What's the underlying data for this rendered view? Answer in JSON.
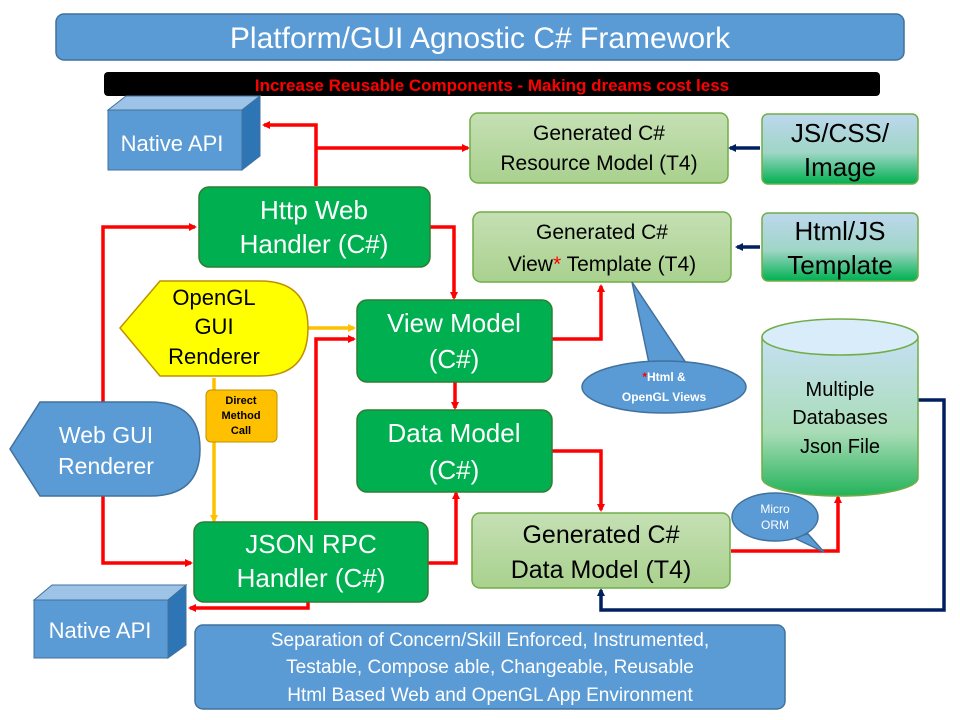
{
  "title": "Platform/GUI Agnostic C# Framework",
  "subtitle": "Increase Reusable Components - Making dreams cost less",
  "nodes": {
    "native_api_top": "Native API",
    "native_api_bottom": "Native API",
    "http_handler": [
      "Http Web",
      "Handler (C#)"
    ],
    "opengl_renderer": [
      "OpenGL",
      "GUI",
      "Renderer"
    ],
    "web_gui_renderer": [
      "Web GUI",
      "Renderer"
    ],
    "view_model": [
      "View Model",
      "(C#)"
    ],
    "data_model": [
      "Data Model",
      "(C#)"
    ],
    "json_rpc_handler": [
      "JSON RPC",
      "Handler (C#)"
    ],
    "gen_resource_model": [
      "Generated C#",
      "Resource Model (T4)"
    ],
    "gen_view_template": {
      "line1": "Generated C#",
      "line2_prefix": "View",
      "line2_star": "*",
      "line2_suffix": " Template (T4)"
    },
    "gen_data_model": [
      "Generated C#",
      "Data Model (T4)"
    ],
    "js_css_image": [
      "JS/CSS/",
      "Image"
    ],
    "html_js_template": [
      "Html/JS",
      "Template"
    ],
    "databases": [
      "Multiple",
      "Databases",
      "Json File"
    ]
  },
  "callouts": {
    "direct_method_call": [
      "Direct",
      "Method",
      "Call"
    ],
    "html_opengl_views": {
      "star": "*",
      "line1": "Html &",
      "line2": "OpenGL Views"
    },
    "micro_orm": [
      "Micro",
      "ORM"
    ]
  },
  "footer": [
    "Separation of Concern/Skill Enforced, Instrumented,",
    "Testable, Compose able, Changeable, Reusable",
    "Html Based Web and OpenGL App Environment"
  ],
  "colors": {
    "title_blue": "#5b9bd5",
    "title_border": "#41719c",
    "banner_black": "#000000",
    "banner_red": "#ff0000",
    "green_node": "#00b050",
    "green_border": "#2f7d32",
    "light_green": "#a9d18e",
    "yellow": "#ffff00",
    "orange": "#ffc000",
    "red_arrow": "#ff0000",
    "navy_arrow": "#002060"
  }
}
